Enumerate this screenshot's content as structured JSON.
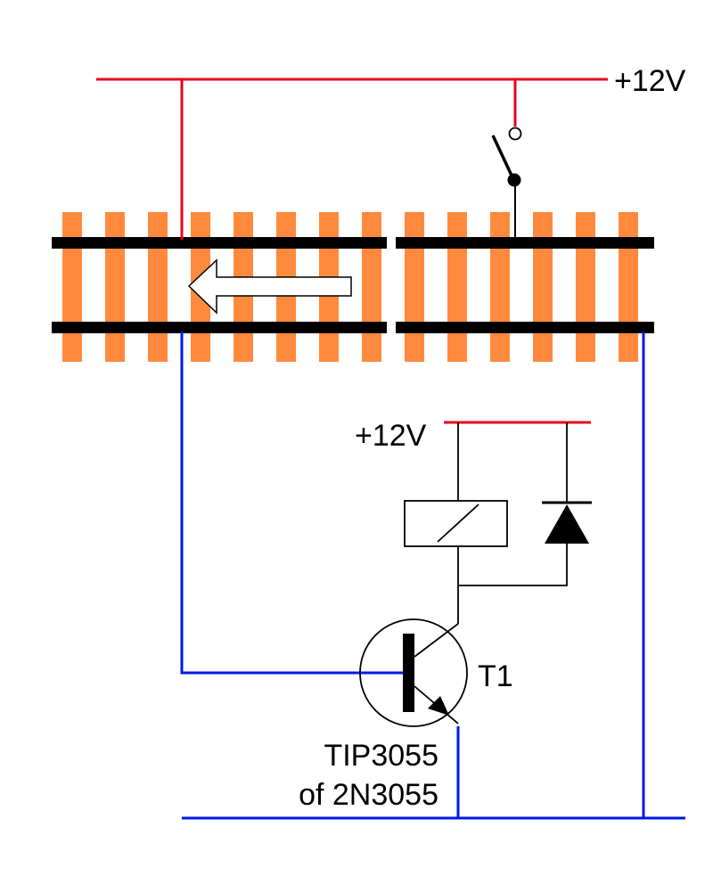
{
  "labels": {
    "top_supply": "+12V",
    "relay_supply": "+12V",
    "transistor_ref": "T1",
    "transistor_type_line1": "TIP3055",
    "transistor_type_line2": "of 2N3055"
  },
  "colors": {
    "supply_wire": "#e8001c",
    "ground_wire": "#0018e8",
    "sleeper": "#ff8a3d",
    "rail": "#000000",
    "component": "#000000"
  },
  "icons": {
    "direction": "left-arrow-icon",
    "switch": "switch-icon",
    "relay": "relay-coil-icon",
    "diode": "diode-icon",
    "transistor": "npn-transistor-icon"
  }
}
